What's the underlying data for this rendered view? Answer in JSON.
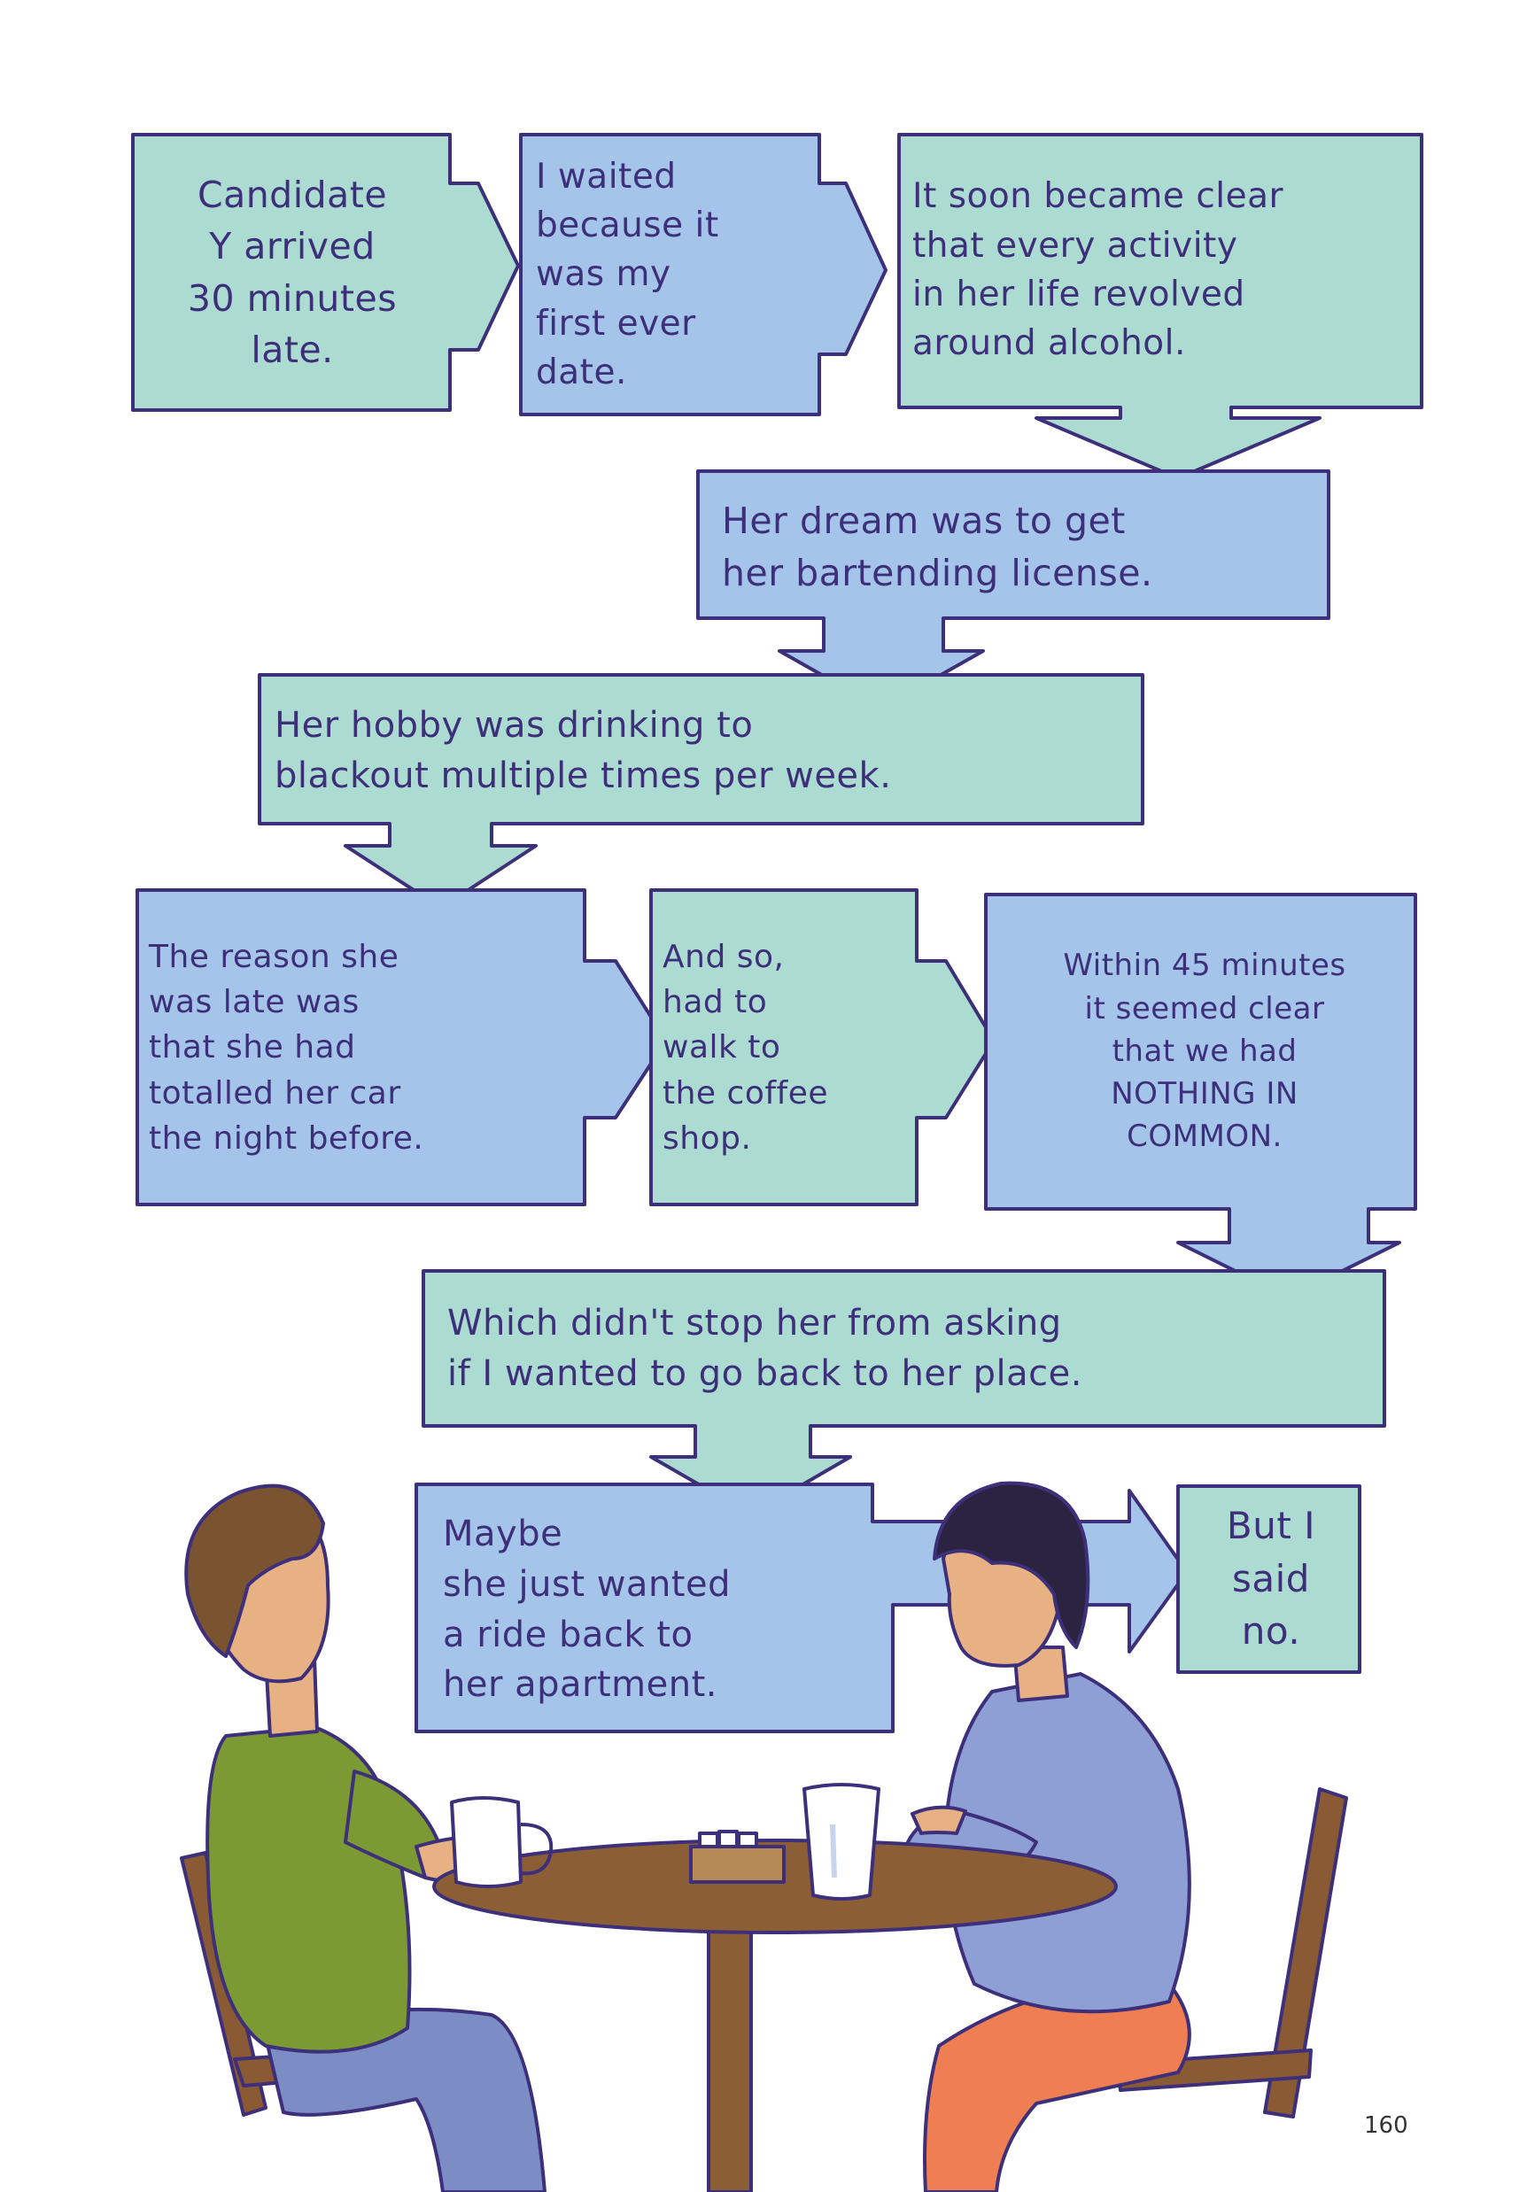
{
  "colors": {
    "teal": "#acdcd1",
    "blue": "#a4c5e9",
    "outline": "#3d2f7a",
    "green_shirt": "#7c9a34",
    "blue_sweater": "#8e9fd6",
    "jeans": "#7c8cc4",
    "orange_pants": "#ef7f52",
    "wood": "#8a5a34",
    "table_wood": "#8c5e36",
    "skin": "#e8b184",
    "hair_brown": "#7a5330",
    "hair_dark": "#2b2440"
  },
  "captions": [
    {
      "id": "c1",
      "color": "teal",
      "lines": [
        "Candidate",
        "Y arrived",
        "30 minutes",
        "late."
      ]
    },
    {
      "id": "c2",
      "color": "blue",
      "lines": [
        "I waited",
        "because it",
        "was my",
        "first ever",
        "date."
      ]
    },
    {
      "id": "c3",
      "color": "teal",
      "lines": [
        "It soon became clear",
        "that every activity",
        "in her life revolved",
        "around alcohol."
      ]
    },
    {
      "id": "c4",
      "color": "blue",
      "lines": [
        "Her dream was to get",
        "her bartending license."
      ]
    },
    {
      "id": "c5",
      "color": "teal",
      "lines": [
        "Her hobby was drinking to",
        "blackout multiple times per week."
      ]
    },
    {
      "id": "c6",
      "color": "blue",
      "lines": [
        "The reason she",
        "was late was",
        "that she had",
        "totalled her car",
        "the night before."
      ]
    },
    {
      "id": "c7",
      "color": "teal",
      "lines": [
        "And so,",
        "had to",
        "walk to",
        "the coffee",
        "shop."
      ]
    },
    {
      "id": "c8",
      "color": "blue",
      "lines": [
        "Within 45 minutes",
        "it seemed clear",
        "that we had",
        "NOTHING IN",
        "COMMON."
      ]
    },
    {
      "id": "c9",
      "color": "teal",
      "lines": [
        "Which didn't stop her from asking",
        "if I wanted to go back to her place."
      ]
    },
    {
      "id": "c10",
      "color": "blue",
      "lines": [
        "Maybe",
        "she just wanted",
        "a ride back to",
        "her apartment."
      ]
    },
    {
      "id": "c11",
      "color": "teal",
      "lines": [
        "But I",
        "said",
        "no."
      ]
    }
  ],
  "page_number": "160"
}
